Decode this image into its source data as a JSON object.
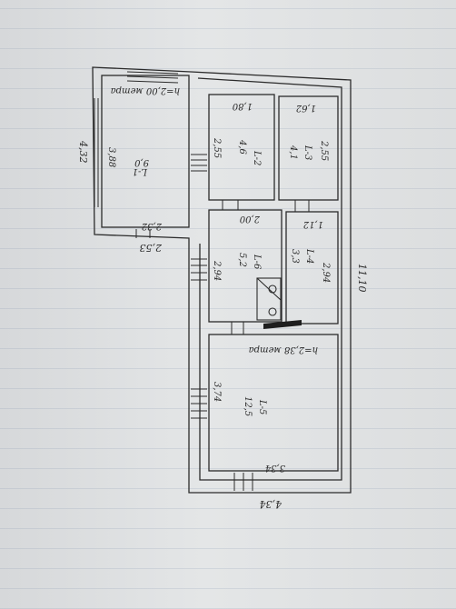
{
  "plan": {
    "overall": {
      "length": "11,10",
      "width_bottom": "4,34",
      "width_top_wing": "4,32",
      "width_top_inner": "2,53"
    },
    "ceiling_heights": {
      "top": "h=2,00 метра",
      "bottom": "h=2,38 метра"
    },
    "rooms": [
      {
        "id": "room1",
        "label": "L-1",
        "area": "9,0",
        "dim_a": "3,88",
        "dim_b": "2,32"
      },
      {
        "id": "room2",
        "label": "L-2",
        "area": "4,6",
        "dim_a": "2,55",
        "dim_b": "1,80"
      },
      {
        "id": "room3",
        "label": "L-3",
        "area": "4,1",
        "dim_a": "2,55",
        "dim_b": "1,62"
      },
      {
        "id": "room4",
        "label": "L-4",
        "area": "3,3",
        "dim_a": "2,94",
        "dim_b": "1,12"
      },
      {
        "id": "room5",
        "label": "L-5",
        "area": "12,5",
        "dim_a": "3,74",
        "dim_b": "3,34"
      },
      {
        "id": "room6",
        "label": "L-6",
        "area": "5,2",
        "dim_a": "2,94",
        "dim_b": "2,00"
      }
    ]
  },
  "colors": {
    "line": "#2b2b2b",
    "paper": "#dfe1e2"
  }
}
